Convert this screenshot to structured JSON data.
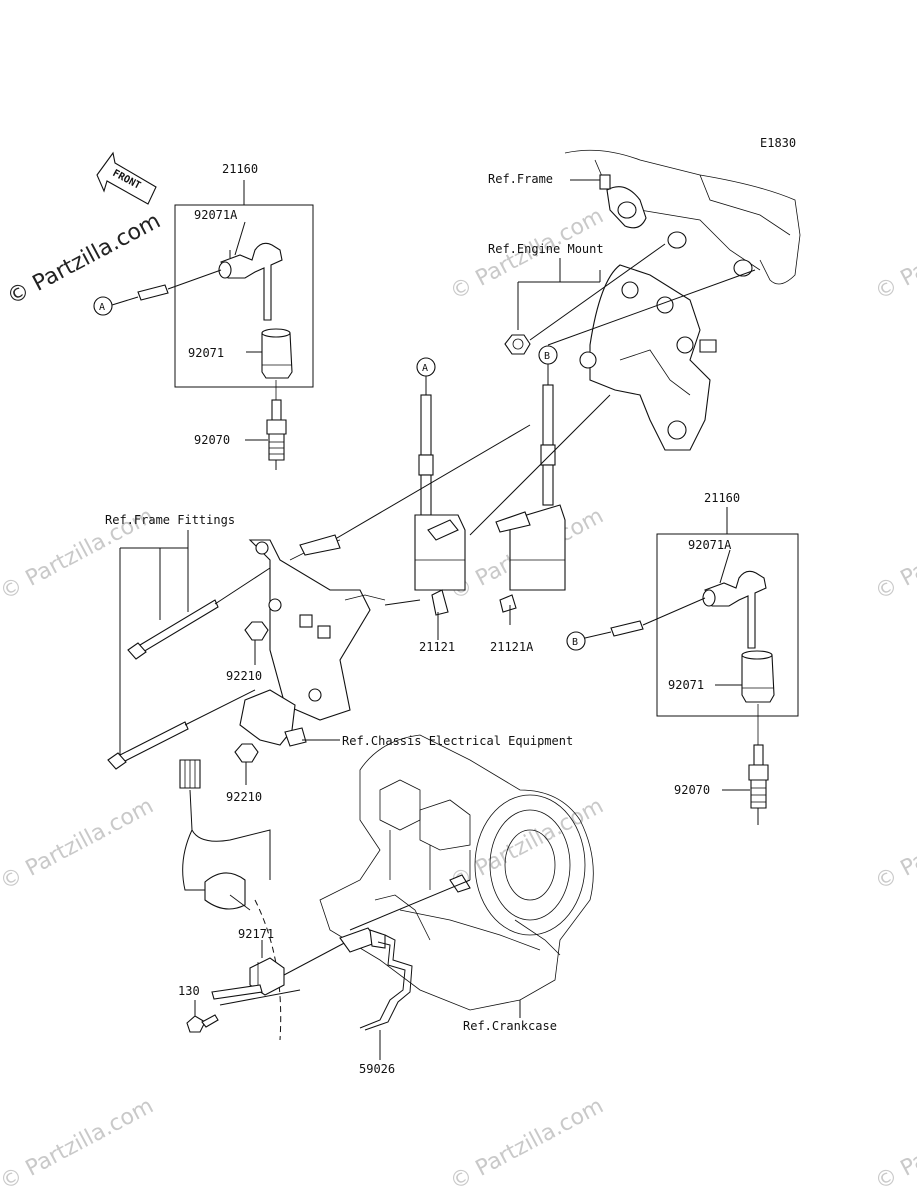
{
  "diagram_code": "E1830",
  "watermark": "© Partzilla.com",
  "front_label": "FRONT",
  "callouts": {
    "a": "A",
    "b": "B"
  },
  "labels": {
    "assy_left": "21160",
    "cap_left": "92071A",
    "boot_left": "92071",
    "plug_left": "92070",
    "assy_right": "21160",
    "cap_right": "92071A",
    "boot_right": "92071",
    "plug_right": "92070",
    "coil_a": "21121",
    "coil_b": "21121A",
    "nut_top": "92210",
    "nut_bottom": "92210",
    "pickup": "92171",
    "bolt": "130",
    "wire": "59026"
  },
  "refs": {
    "frame": "Ref.Frame",
    "engine_mount": "Ref.Engine Mount",
    "frame_fittings": "Ref.Frame Fittings",
    "chassis": "Ref.Chassis Electrical Equipment",
    "crankcase": "Ref.Crankcase"
  }
}
